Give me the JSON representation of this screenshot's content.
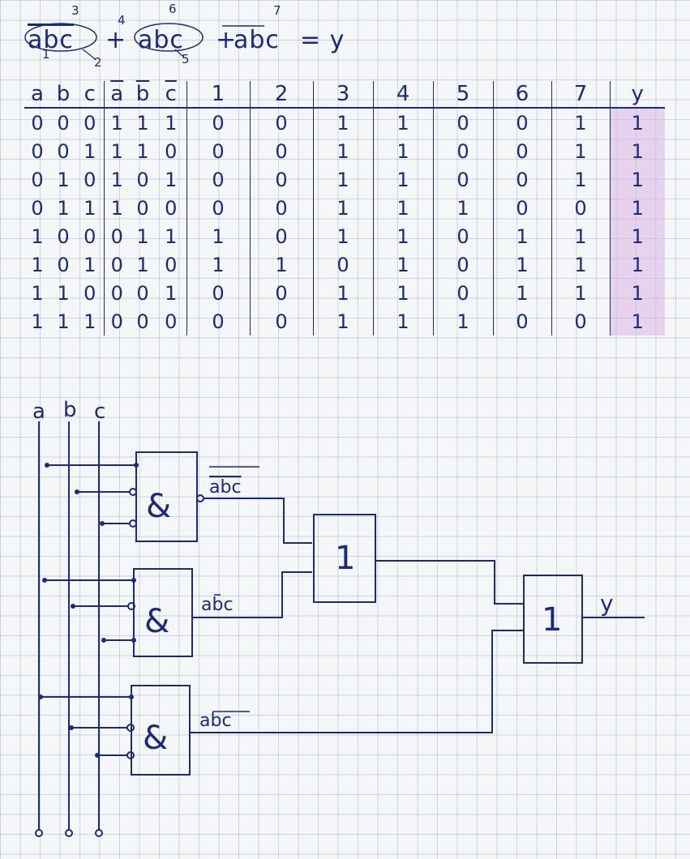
{
  "formula": {
    "terms": [
      "abc",
      "abc",
      "abc"
    ],
    "plus": "+",
    "equals": "= y",
    "annotations": {
      "n3": "3",
      "n4": "4",
      "n6": "6",
      "n7": "7",
      "n1": "1",
      "n2": "2",
      "n5": "5"
    }
  },
  "truth_table": {
    "headers": [
      "a",
      "b",
      "c",
      "a",
      "b",
      "c",
      "1",
      "2",
      "3",
      "4",
      "5",
      "6",
      "7",
      "y"
    ],
    "rows": [
      [
        "0",
        "0",
        "0",
        "1",
        "1",
        "1",
        "0",
        "0",
        "1",
        "1",
        "0",
        "0",
        "1",
        "1"
      ],
      [
        "0",
        "0",
        "1",
        "1",
        "1",
        "0",
        "0",
        "0",
        "1",
        "1",
        "0",
        "0",
        "1",
        "1"
      ],
      [
        "0",
        "1",
        "0",
        "1",
        "0",
        "1",
        "0",
        "0",
        "1",
        "1",
        "0",
        "0",
        "1",
        "1"
      ],
      [
        "0",
        "1",
        "1",
        "1",
        "0",
        "0",
        "0",
        "0",
        "1",
        "1",
        "1",
        "0",
        "0",
        "1"
      ],
      [
        "1",
        "0",
        "0",
        "0",
        "1",
        "1",
        "1",
        "0",
        "1",
        "1",
        "0",
        "1",
        "1",
        "1"
      ],
      [
        "1",
        "0",
        "1",
        "0",
        "1",
        "0",
        "1",
        "1",
        "0",
        "1",
        "0",
        "1",
        "1",
        "1"
      ],
      [
        "1",
        "1",
        "0",
        "0",
        "0",
        "1",
        "0",
        "0",
        "1",
        "1",
        "0",
        "1",
        "1",
        "1"
      ],
      [
        "1",
        "1",
        "1",
        "0",
        "0",
        "0",
        "0",
        "0",
        "1",
        "1",
        "1",
        "0",
        "0",
        "1"
      ]
    ]
  },
  "circuit": {
    "inputs": [
      "a",
      "b",
      "c"
    ],
    "and_symbol": "&",
    "or_symbol": "1",
    "term_labels": [
      "abc",
      "abc",
      "abc"
    ],
    "output": "y"
  }
}
